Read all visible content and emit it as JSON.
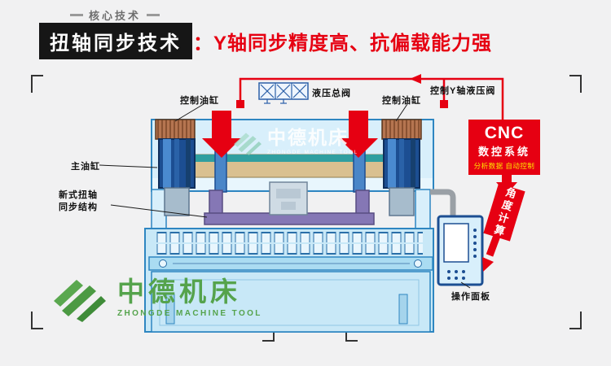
{
  "header": {
    "kicker": "核心技术",
    "title_primary": "扭轴同步技术",
    "title_secondary": "：Y轴同步精度高、抗偏载能力强"
  },
  "diagram": {
    "labels": {
      "control_cylinder_left": "控制油缸",
      "control_cylinder_right": "控制油缸",
      "hydraulic_main_valve": "液压总阀",
      "control_y_axis_valve": "控制Y轴液压阀",
      "main_cylinder": "主油缸",
      "torsion_structure_line1": "新式扭轴",
      "torsion_structure_line2": "同步结构",
      "operation_panel": "操作面板"
    },
    "cnc_box": {
      "title": "CNC",
      "subtitle": "数控系统",
      "caption": "分析数据 自动控制"
    },
    "angle_box_label": "角度计算"
  },
  "watermark": {
    "name_cn": "中德机床",
    "name_en": "ZHONGDE MACHINE TOOL"
  },
  "brand": {
    "name_cn": "中德机床",
    "name_en": "ZHONGDE MACHINE TOOL"
  },
  "colors": {
    "accent_red": "#e60012",
    "brand_green": "#55a34c",
    "machine_outline_blue": "#2e86c1",
    "machine_fill_blue": "#d8effb",
    "cnc_caption_yellow": "#ffe400",
    "title_box_black": "#161616"
  }
}
